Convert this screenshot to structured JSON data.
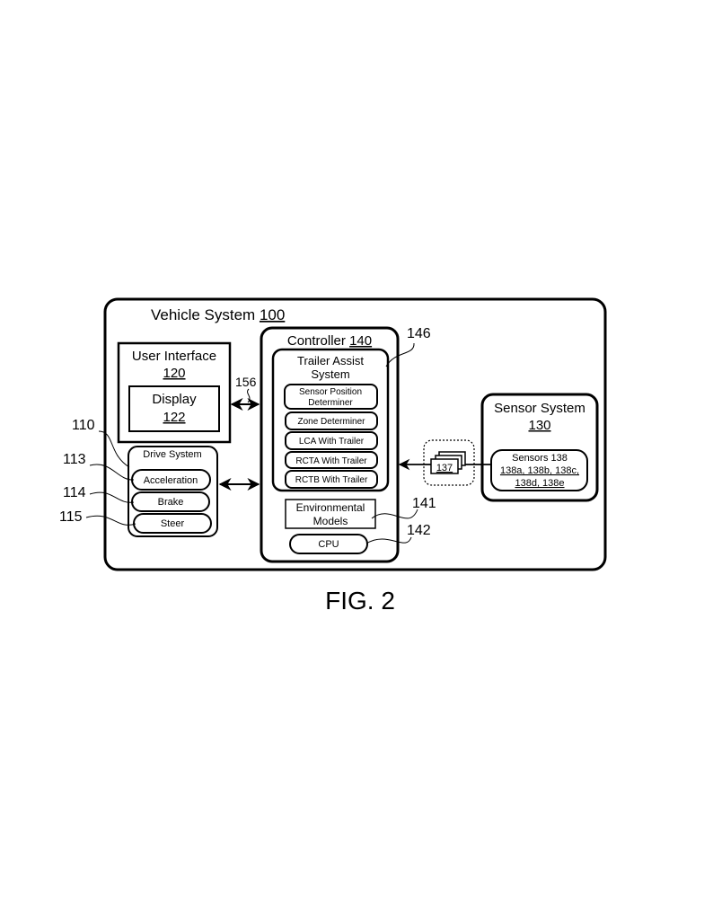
{
  "figure": {
    "caption": "FIG. 2"
  },
  "vehicle_system": {
    "title": "Vehicle System ",
    "ref": "100"
  },
  "user_interface": {
    "title": "User Interface",
    "ref": "120",
    "display": {
      "title": "Display",
      "ref": "122"
    }
  },
  "link_ref": "156",
  "drive_system": {
    "title": "Drive System",
    "ref": "110",
    "items": [
      {
        "label": "Acceleration",
        "ref": "113"
      },
      {
        "label": "Brake",
        "ref": "114"
      },
      {
        "label": "Steer",
        "ref": "115"
      }
    ]
  },
  "controller": {
    "title": "Controller ",
    "ref": "140",
    "trailer_assist": {
      "title_line1": "Trailer Assist",
      "title_line2": "System",
      "ref": "146",
      "modules": [
        {
          "line1": "Sensor Position",
          "line2": "Determiner"
        },
        {
          "line1": "Zone Determiner"
        },
        {
          "line1": "LCA With Trailer"
        },
        {
          "line1": "RCTA With Trailer"
        },
        {
          "line1": "RCTB With Trailer"
        }
      ]
    },
    "environmental_models": {
      "line1": "Environmental",
      "line2": "Models",
      "ref": "141"
    },
    "cpu": {
      "label": "CPU",
      "ref": "142"
    }
  },
  "data_packets": {
    "ref": "137"
  },
  "sensor_system": {
    "title": "Sensor System",
    "ref": "130",
    "sensors": {
      "title": "Sensors 138",
      "line2": "138a, 138b, 138c,",
      "line3": "138d, 138e"
    }
  }
}
